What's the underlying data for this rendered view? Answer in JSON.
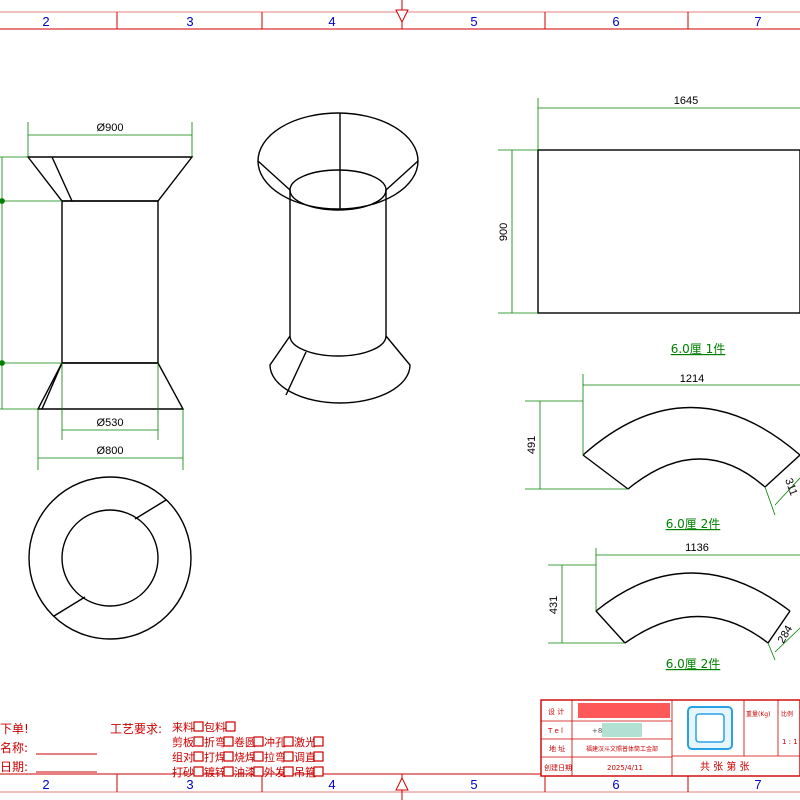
{
  "frame": {
    "column_numbers": [
      "2",
      "3",
      "4",
      "5",
      "6",
      "7"
    ]
  },
  "front_view": {
    "top_diameter": "Ø900",
    "inner_diameter": "Ø530",
    "base_diameter": "Ø800"
  },
  "plate_view": {
    "width": "1645",
    "height": "900"
  },
  "part_a": {
    "label": "6.0厘 1件",
    "width": "1214",
    "height": "491",
    "side": "311"
  },
  "part_b": {
    "label": "6.0厘 2件",
    "width": "1136",
    "height": "431",
    "side": "284",
    "bottom_label": "6.0厘 2件"
  },
  "order_note": {
    "line1": "下单!",
    "line2": "名称:",
    "line3": "日期:"
  },
  "process": {
    "title": "工艺要求:",
    "rows": [
      [
        "来料",
        "包料"
      ],
      [
        "剪板",
        "折弯",
        "卷圆",
        "冲孔",
        "激光"
      ],
      [
        "组对",
        "打焊",
        "烧焊",
        "拉弯",
        "调直"
      ],
      [
        "打砂",
        "镀锌",
        "油漆",
        "外发",
        "吊箍"
      ]
    ]
  },
  "title_block": {
    "design": "设 计",
    "tel": "T e l",
    "tel_prefix": "+8",
    "address": "地 址",
    "address_value": "福建汉斗文照普体筒工金部",
    "date_label": "创建日期",
    "date_value": "2025/4/11",
    "weight": "重量(Kg)",
    "ratio": "比例",
    "ratio_value": "1 : 1",
    "sheets": "共 张 第 张"
  }
}
